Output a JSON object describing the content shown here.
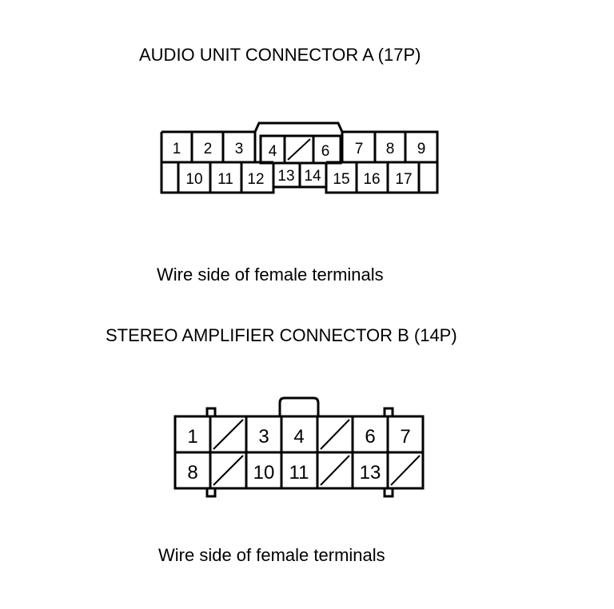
{
  "connector_a": {
    "title": "AUDIO UNIT CONNECTOR A (17P)",
    "caption": "Wire side of female terminals",
    "terminals": [
      "1",
      "2",
      "3",
      "4",
      "5",
      "6",
      "7",
      "8",
      "9",
      "10",
      "11",
      "12",
      "13",
      "14",
      "15",
      "16",
      "17"
    ],
    "unused_terminals": [
      "5"
    ]
  },
  "connector_b": {
    "title": "STEREO AMPLIFIER CONNECTOR B (14P)",
    "caption": "Wire side of female terminals",
    "terminals": [
      "1",
      "2",
      "3",
      "4",
      "5",
      "6",
      "7",
      "8",
      "9",
      "10",
      "11",
      "12",
      "13",
      "14"
    ],
    "unused_terminals": [
      "2",
      "5",
      "9",
      "12",
      "14"
    ]
  }
}
